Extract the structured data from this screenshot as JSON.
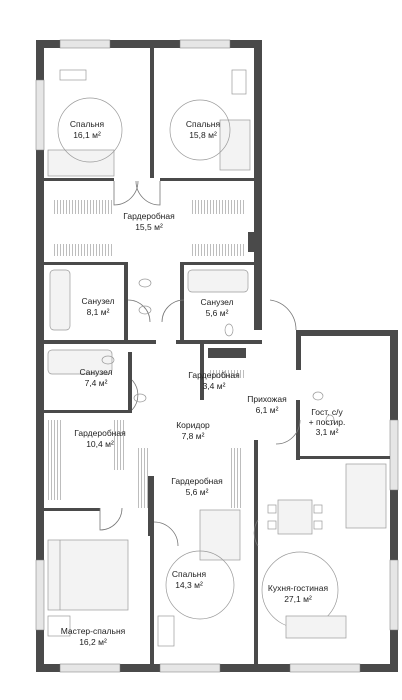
{
  "rooms": [
    {
      "id": "bedroom-1",
      "name": "Спальня",
      "area": "16,1 м²"
    },
    {
      "id": "bedroom-2",
      "name": "Спальня",
      "area": "15,8 м²"
    },
    {
      "id": "wardrobe-1",
      "name": "Гардеробная",
      "area": "15,5 м²"
    },
    {
      "id": "bathroom-1",
      "name": "Санузел",
      "area": "8,1 м²"
    },
    {
      "id": "bathroom-2",
      "name": "Санузел",
      "area": "5,6 м²"
    },
    {
      "id": "bathroom-3",
      "name": "Санузел",
      "area": "7,4 м²"
    },
    {
      "id": "wardrobe-2",
      "name": "Гардеробная",
      "area": "3,4 м²"
    },
    {
      "id": "hallway",
      "name": "Прихожая",
      "area": "6,1 м²"
    },
    {
      "id": "guest-wc",
      "name": "Гост. с/у\n+ постир.",
      "area": "3,1 м²"
    },
    {
      "id": "wardrobe-3",
      "name": "Гардеробная",
      "area": "10,4 м²"
    },
    {
      "id": "corridor",
      "name": "Коридор",
      "area": "7,8 м²"
    },
    {
      "id": "wardrobe-4",
      "name": "Гардеробная",
      "area": "5,6 м²"
    },
    {
      "id": "bedroom-3",
      "name": "Спальня",
      "area": "14,3 м²"
    },
    {
      "id": "kitchen-living",
      "name": "Кухня-гостиная",
      "area": "27,1 м²"
    },
    {
      "id": "master-bedroom",
      "name": "Мастер-спальня",
      "area": "16,2 м²"
    }
  ]
}
